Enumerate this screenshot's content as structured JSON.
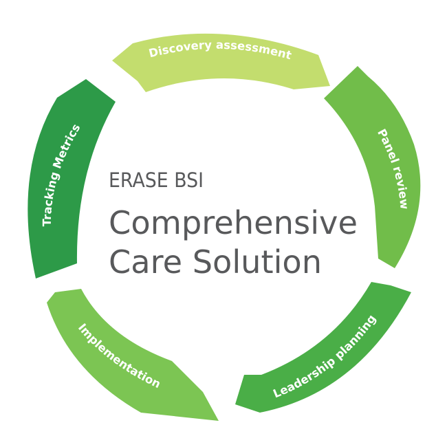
{
  "center": {
    "subtitle": "ERASE BSI",
    "title_line1": "Comprehensive",
    "title_line2": "Care Solution"
  },
  "stages": [
    {
      "label": "Discovery assessment",
      "color": "#c3dd6e"
    },
    {
      "label": "Panel review",
      "color": "#71bd4a"
    },
    {
      "label": "Leadership planning",
      "color": "#4aae47"
    },
    {
      "label": "Implementation",
      "color": "#7cc553"
    },
    {
      "label": "Tracking Metrics",
      "color": "#2d9a48"
    }
  ]
}
